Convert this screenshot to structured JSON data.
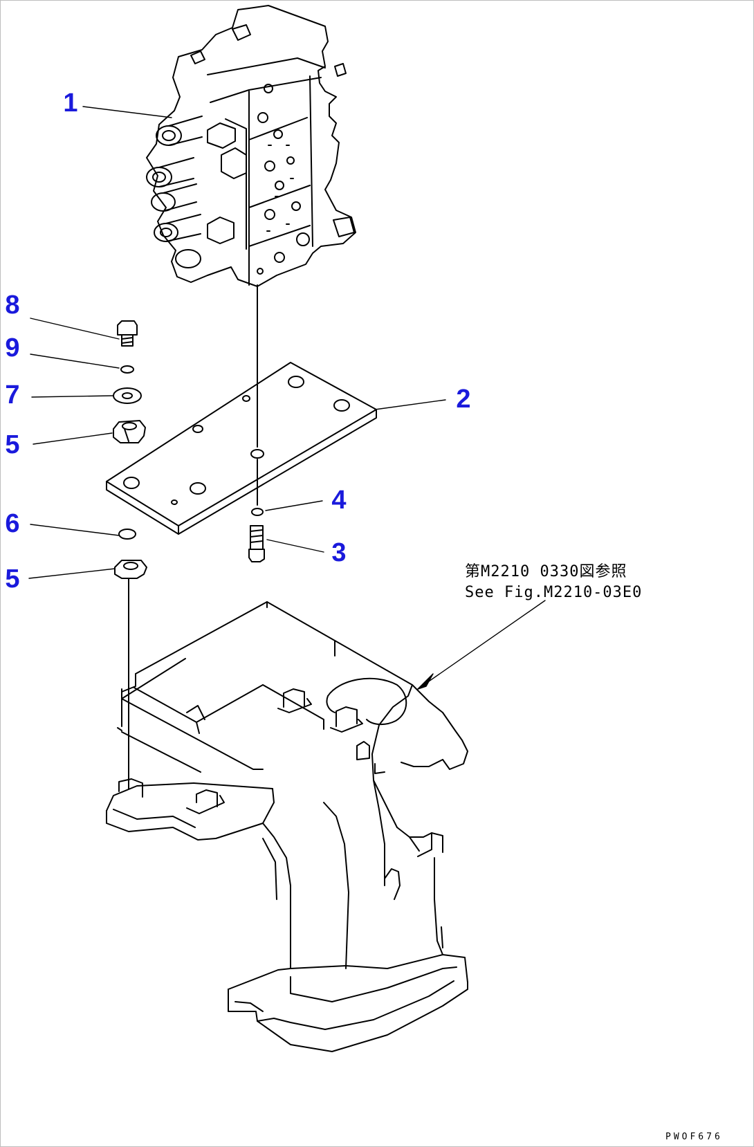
{
  "callouts": [
    {
      "id": "1",
      "label": "1"
    },
    {
      "id": "2",
      "label": "2"
    },
    {
      "id": "3",
      "label": "3"
    },
    {
      "id": "4",
      "label": "4"
    },
    {
      "id": "5a",
      "label": "5"
    },
    {
      "id": "5b",
      "label": "5"
    },
    {
      "id": "6",
      "label": "6"
    },
    {
      "id": "7",
      "label": "7"
    },
    {
      "id": "8",
      "label": "8"
    },
    {
      "id": "9",
      "label": "9"
    }
  ],
  "reference_note": {
    "line1": "第M2210 0330図参照",
    "line2": "See Fig.M2210-03E0"
  },
  "drawing_code": "PWOF676",
  "colors": {
    "callout": "#1a1adc",
    "line": "#000000",
    "frame": "#bdbdbd"
  }
}
